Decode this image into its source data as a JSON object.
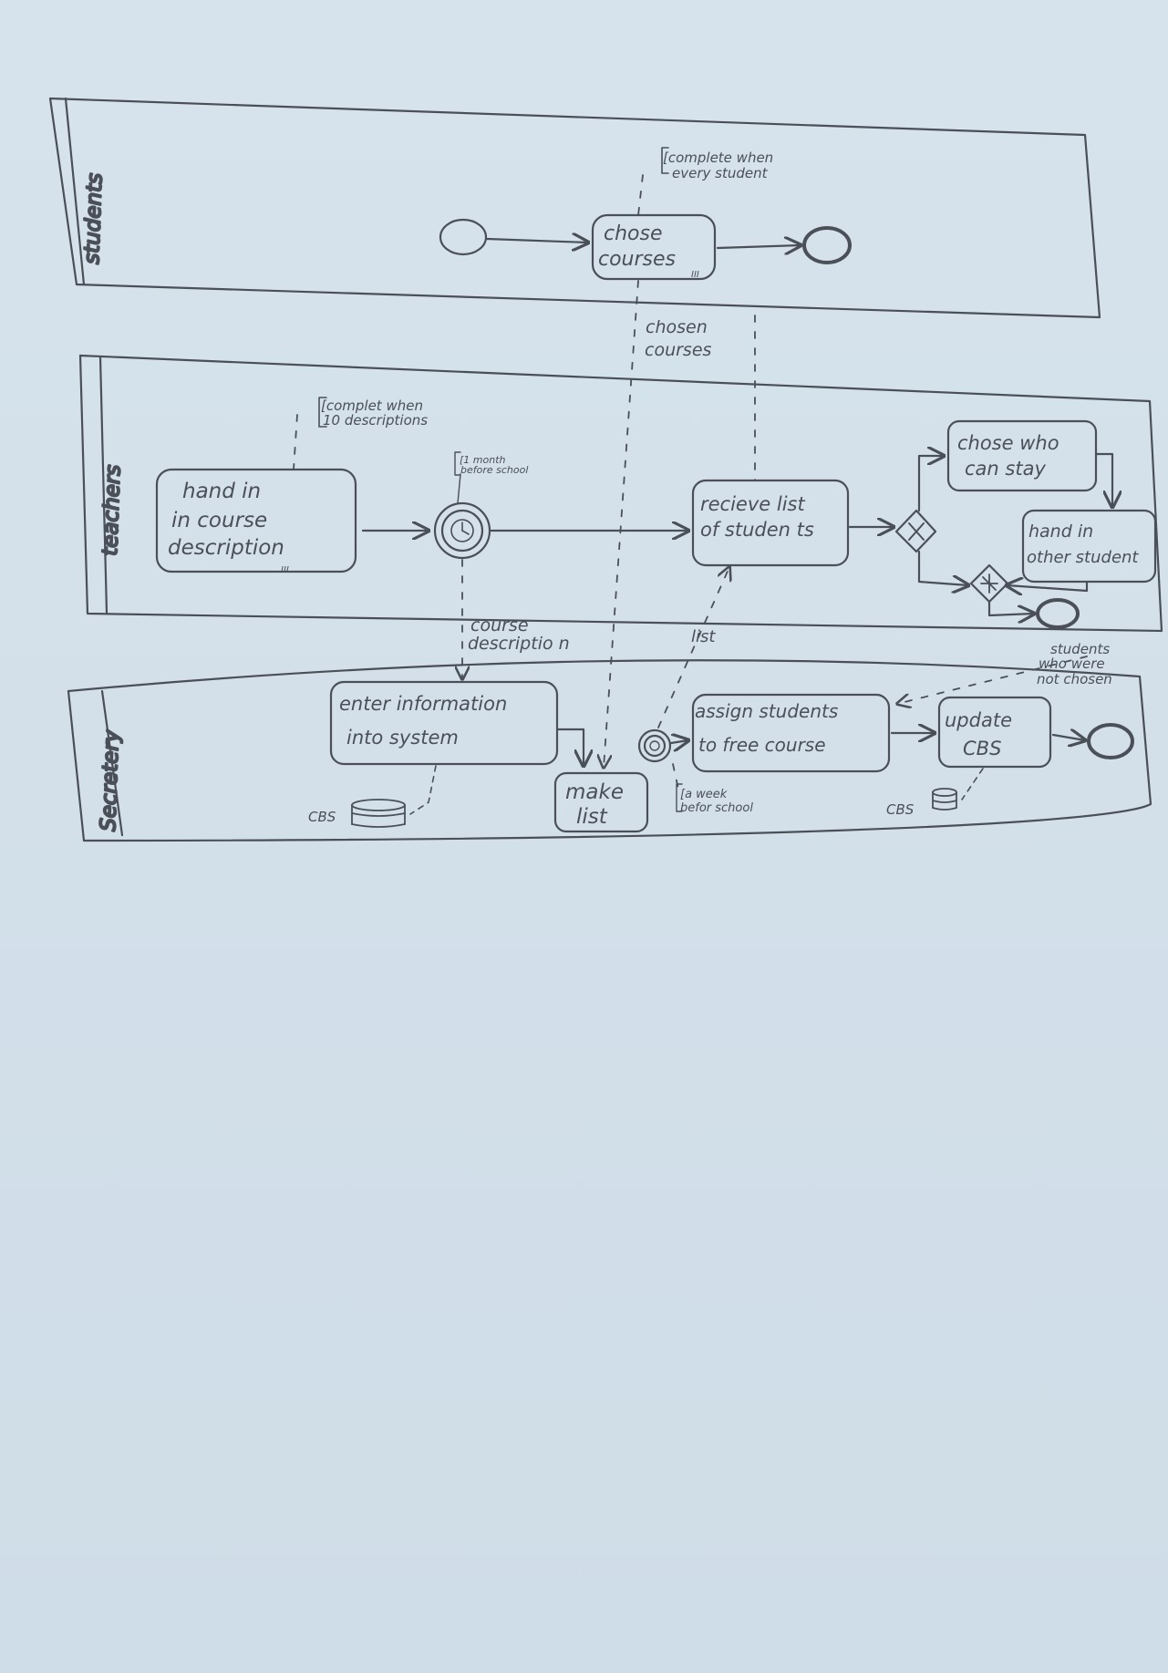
{
  "lanes": {
    "students": "students",
    "teachers": "teachers",
    "secretary": "Secretery"
  },
  "activities": {
    "chose_courses": [
      "chose",
      "courses"
    ],
    "hand_in_course_description": [
      "hand in",
      "in course",
      "description"
    ],
    "recieve_list": [
      "recieve list",
      "of studen ts"
    ],
    "chose_who_can_stay": [
      "chose who",
      "can stay"
    ],
    "hand_in_other_student": [
      "hand in",
      "other student"
    ],
    "enter_information": [
      "enter information",
      "into system"
    ],
    "make_list": [
      "make",
      "list"
    ],
    "assign_students": [
      "assign students",
      "to free course"
    ],
    "update_cbs": [
      "update",
      "CBS"
    ]
  },
  "annotations": {
    "complete_every_student": [
      "[complete when",
      "every student"
    ],
    "complete_10_descriptions": [
      "[complet when",
      "10 descriptions"
    ],
    "month_before_school": [
      "[1 month",
      "before school"
    ],
    "week_before_school": [
      "[a week",
      "befor school"
    ]
  },
  "data_labels": {
    "chosen_courses": [
      "chosen",
      "courses"
    ],
    "course_description": [
      "course",
      "descriptio n"
    ],
    "list": "list",
    "students_not_chosen": [
      "students",
      "who were",
      "not chosen"
    ]
  },
  "stores": {
    "cbs_left": "CBS",
    "cbs_right": "CBS"
  },
  "markers": {
    "multi_instance": "III",
    "gateway_x": "X",
    "gateway_star": "*"
  },
  "colors": {
    "ink": "#4a4f58",
    "paper": "#d4e1ea",
    "background": "#b9cad6"
  }
}
